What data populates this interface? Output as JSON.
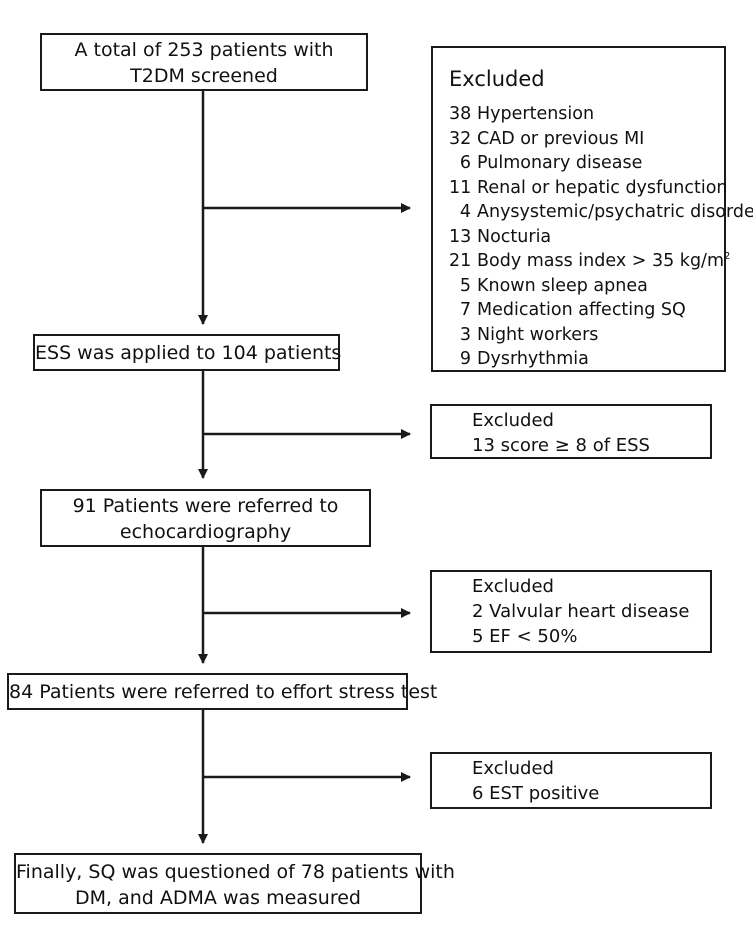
{
  "boxes": {
    "screened": [
      "A total of 253 patients with",
      "T2DM screened"
    ],
    "ess": [
      "ESS was applied to 104 patients"
    ],
    "echo": [
      "91 Patients were referred to",
      "echocardiography"
    ],
    "effort": [
      "84 Patients were referred to effort stress test"
    ],
    "final": [
      "Finally, SQ was questioned of 78 patients with",
      "DM, and ADMA was measured"
    ]
  },
  "exclusion_1": {
    "heading": "Excluded",
    "items": [
      {
        "count": "38",
        "reason": "Hypertension"
      },
      {
        "count": "32",
        "reason": "CAD or previous MI"
      },
      {
        "count": "6",
        "reason": "Pulmonary disease"
      },
      {
        "count": "11",
        "reason": "Renal or hepatic dysfunction"
      },
      {
        "count": "4",
        "reason": "Anysystemic/psychatric disorder"
      },
      {
        "count": "13",
        "reason": "Nocturia"
      },
      {
        "count": "21",
        "reason": "Body mass index > 35 kg/m",
        "superscript": "2"
      },
      {
        "count": "5",
        "reason": "Known sleep apnea"
      },
      {
        "count": "7",
        "reason": "Medication affecting SQ"
      },
      {
        "count": "3",
        "reason": "Night workers"
      },
      {
        "count": "9",
        "reason": "Dysrhythmia"
      }
    ]
  },
  "exclusion_2": {
    "heading": "Excluded",
    "items": [
      "13 score ≥ 8 of ESS"
    ]
  },
  "exclusion_3": {
    "heading": "Excluded",
    "items": [
      "2 Valvular heart disease",
      "5 EF < 50%"
    ]
  },
  "exclusion_4": {
    "heading": "Excluded",
    "items": [
      "6 EST positive"
    ]
  }
}
